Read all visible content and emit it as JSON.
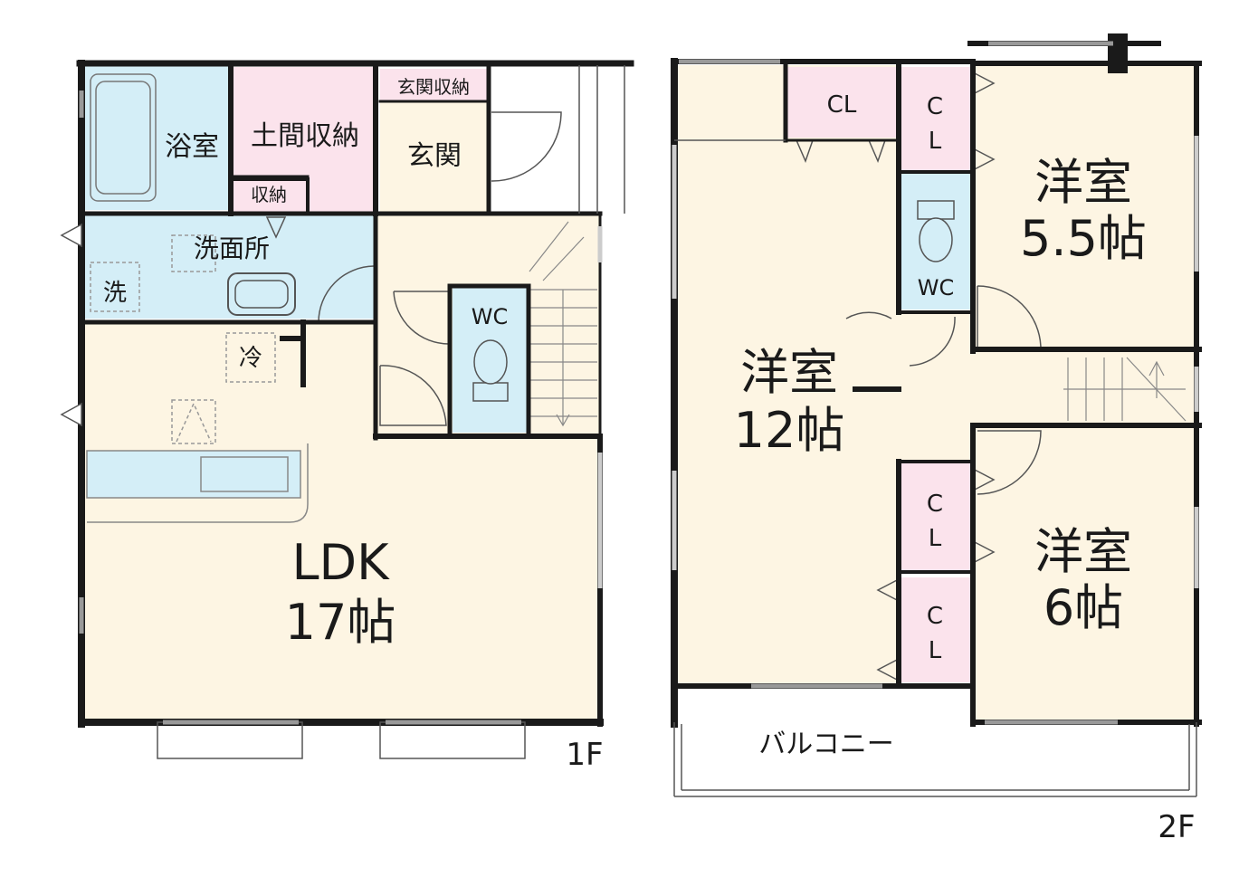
{
  "floor1": {
    "floor_label": "1F",
    "rooms": {
      "bath": "浴室",
      "doma_storage": "土間収納",
      "entrance_storage": "玄関収納",
      "entrance": "玄関",
      "storage": "収納",
      "washroom": "洗面所",
      "washer": "洗",
      "fridge": "冷",
      "wc": "WC",
      "ldk_name": "LDK",
      "ldk_size": "17帖"
    }
  },
  "floor2": {
    "floor_label": "2F",
    "rooms": {
      "cl_top": "CL",
      "cl_vertical_1": "C",
      "cl_vertical_2": "L",
      "wc": "WC",
      "room_a_name": "洋室",
      "room_a_size": "5.5帖",
      "room_b_name": "洋室",
      "room_b_size": "12帖",
      "room_c_name": "洋室",
      "room_c_size": "6帖",
      "balcony": "バルコニー"
    }
  },
  "colors": {
    "wall": "#1a1a1a",
    "floor_wood": "#fdf5e3",
    "wet_area": "#d4eef7",
    "storage": "#fbe3ec",
    "entrance": "#fdf5e3"
  }
}
